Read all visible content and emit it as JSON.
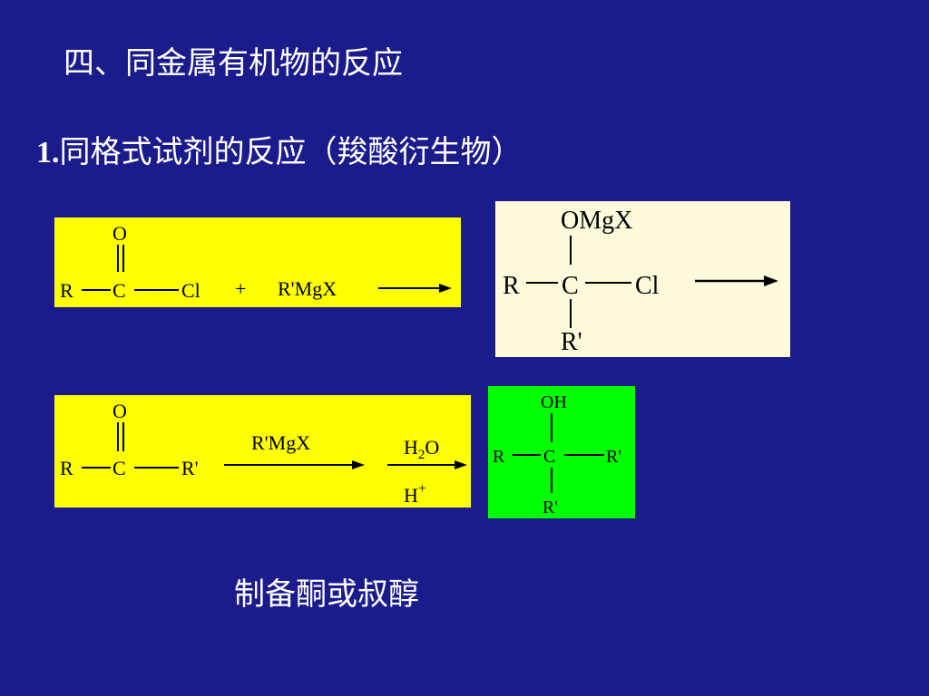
{
  "slide": {
    "title": "四、同金属有机物的反应",
    "subtitle_num": "1.",
    "subtitle_text": "同格式试剂的反应（羧酸衍生物）",
    "caption": "制备酮或叔醇"
  },
  "reaction1": {
    "acyl_chloride": {
      "o": "O",
      "r": "R",
      "c": "C",
      "cl": "Cl"
    },
    "plus": "+",
    "reagent": "R'MgX"
  },
  "intermediate": {
    "top": "OMgX",
    "r": "R",
    "c": "C",
    "cl": "Cl",
    "bottom": "R'"
  },
  "reaction2": {
    "ketone": {
      "o": "O",
      "r": "R",
      "c": "C",
      "r2": "R'"
    },
    "reagent": "R'MgX",
    "workup_top_h": "H",
    "workup_top_sub": "2",
    "workup_top_o": "O",
    "workup_bottom_h": "H",
    "workup_bottom_sup": "+"
  },
  "product": {
    "top": "OH",
    "r": "R",
    "c": "C",
    "r2": "R'",
    "bottom": "R'"
  },
  "colors": {
    "background": "#1b1b8c",
    "yellow_box": "#ffff00",
    "cream_box": "#fefbdc",
    "green_box": "#00ff00"
  }
}
